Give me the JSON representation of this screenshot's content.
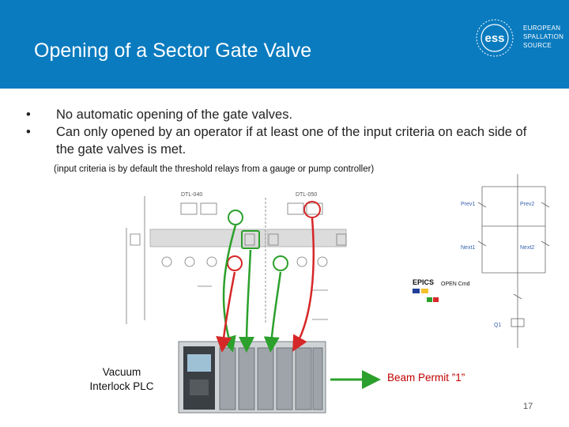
{
  "slide": {
    "title": "Opening of a Sector Gate Valve",
    "logo_lines": [
      "EUROPEAN",
      "SPALLATION",
      "SOURCE"
    ],
    "logo_mark": "ess",
    "bullets": [
      "No automatic opening of the gate valves.",
      "Can only opened by an operator if at least one of the input criteria on each side of the gate valves is met."
    ],
    "bullet_symbol": "•",
    "note": "(input criteria is by default the threshold relays from a gauge or pump controller)",
    "plc_label_line1": "Vacuum",
    "plc_label_line2": "Interlock PLC",
    "beam_permit": "Beam Permit ”1”",
    "page_number": "17"
  },
  "schematic": {
    "sections": [
      "DTL-040",
      "DTL-050"
    ],
    "relays": [
      "Prev1",
      "Prev2",
      "Next1",
      "Next2",
      "Q1"
    ],
    "epics": "EPICS",
    "open_cmd": "OPEN Cmd"
  },
  "colors": {
    "header": "#0a7bbf",
    "green_arrow": "#2ca02c",
    "red_arrow": "#d62728",
    "beam_text": "#c00000",
    "relay_text": "#3a62b0"
  }
}
